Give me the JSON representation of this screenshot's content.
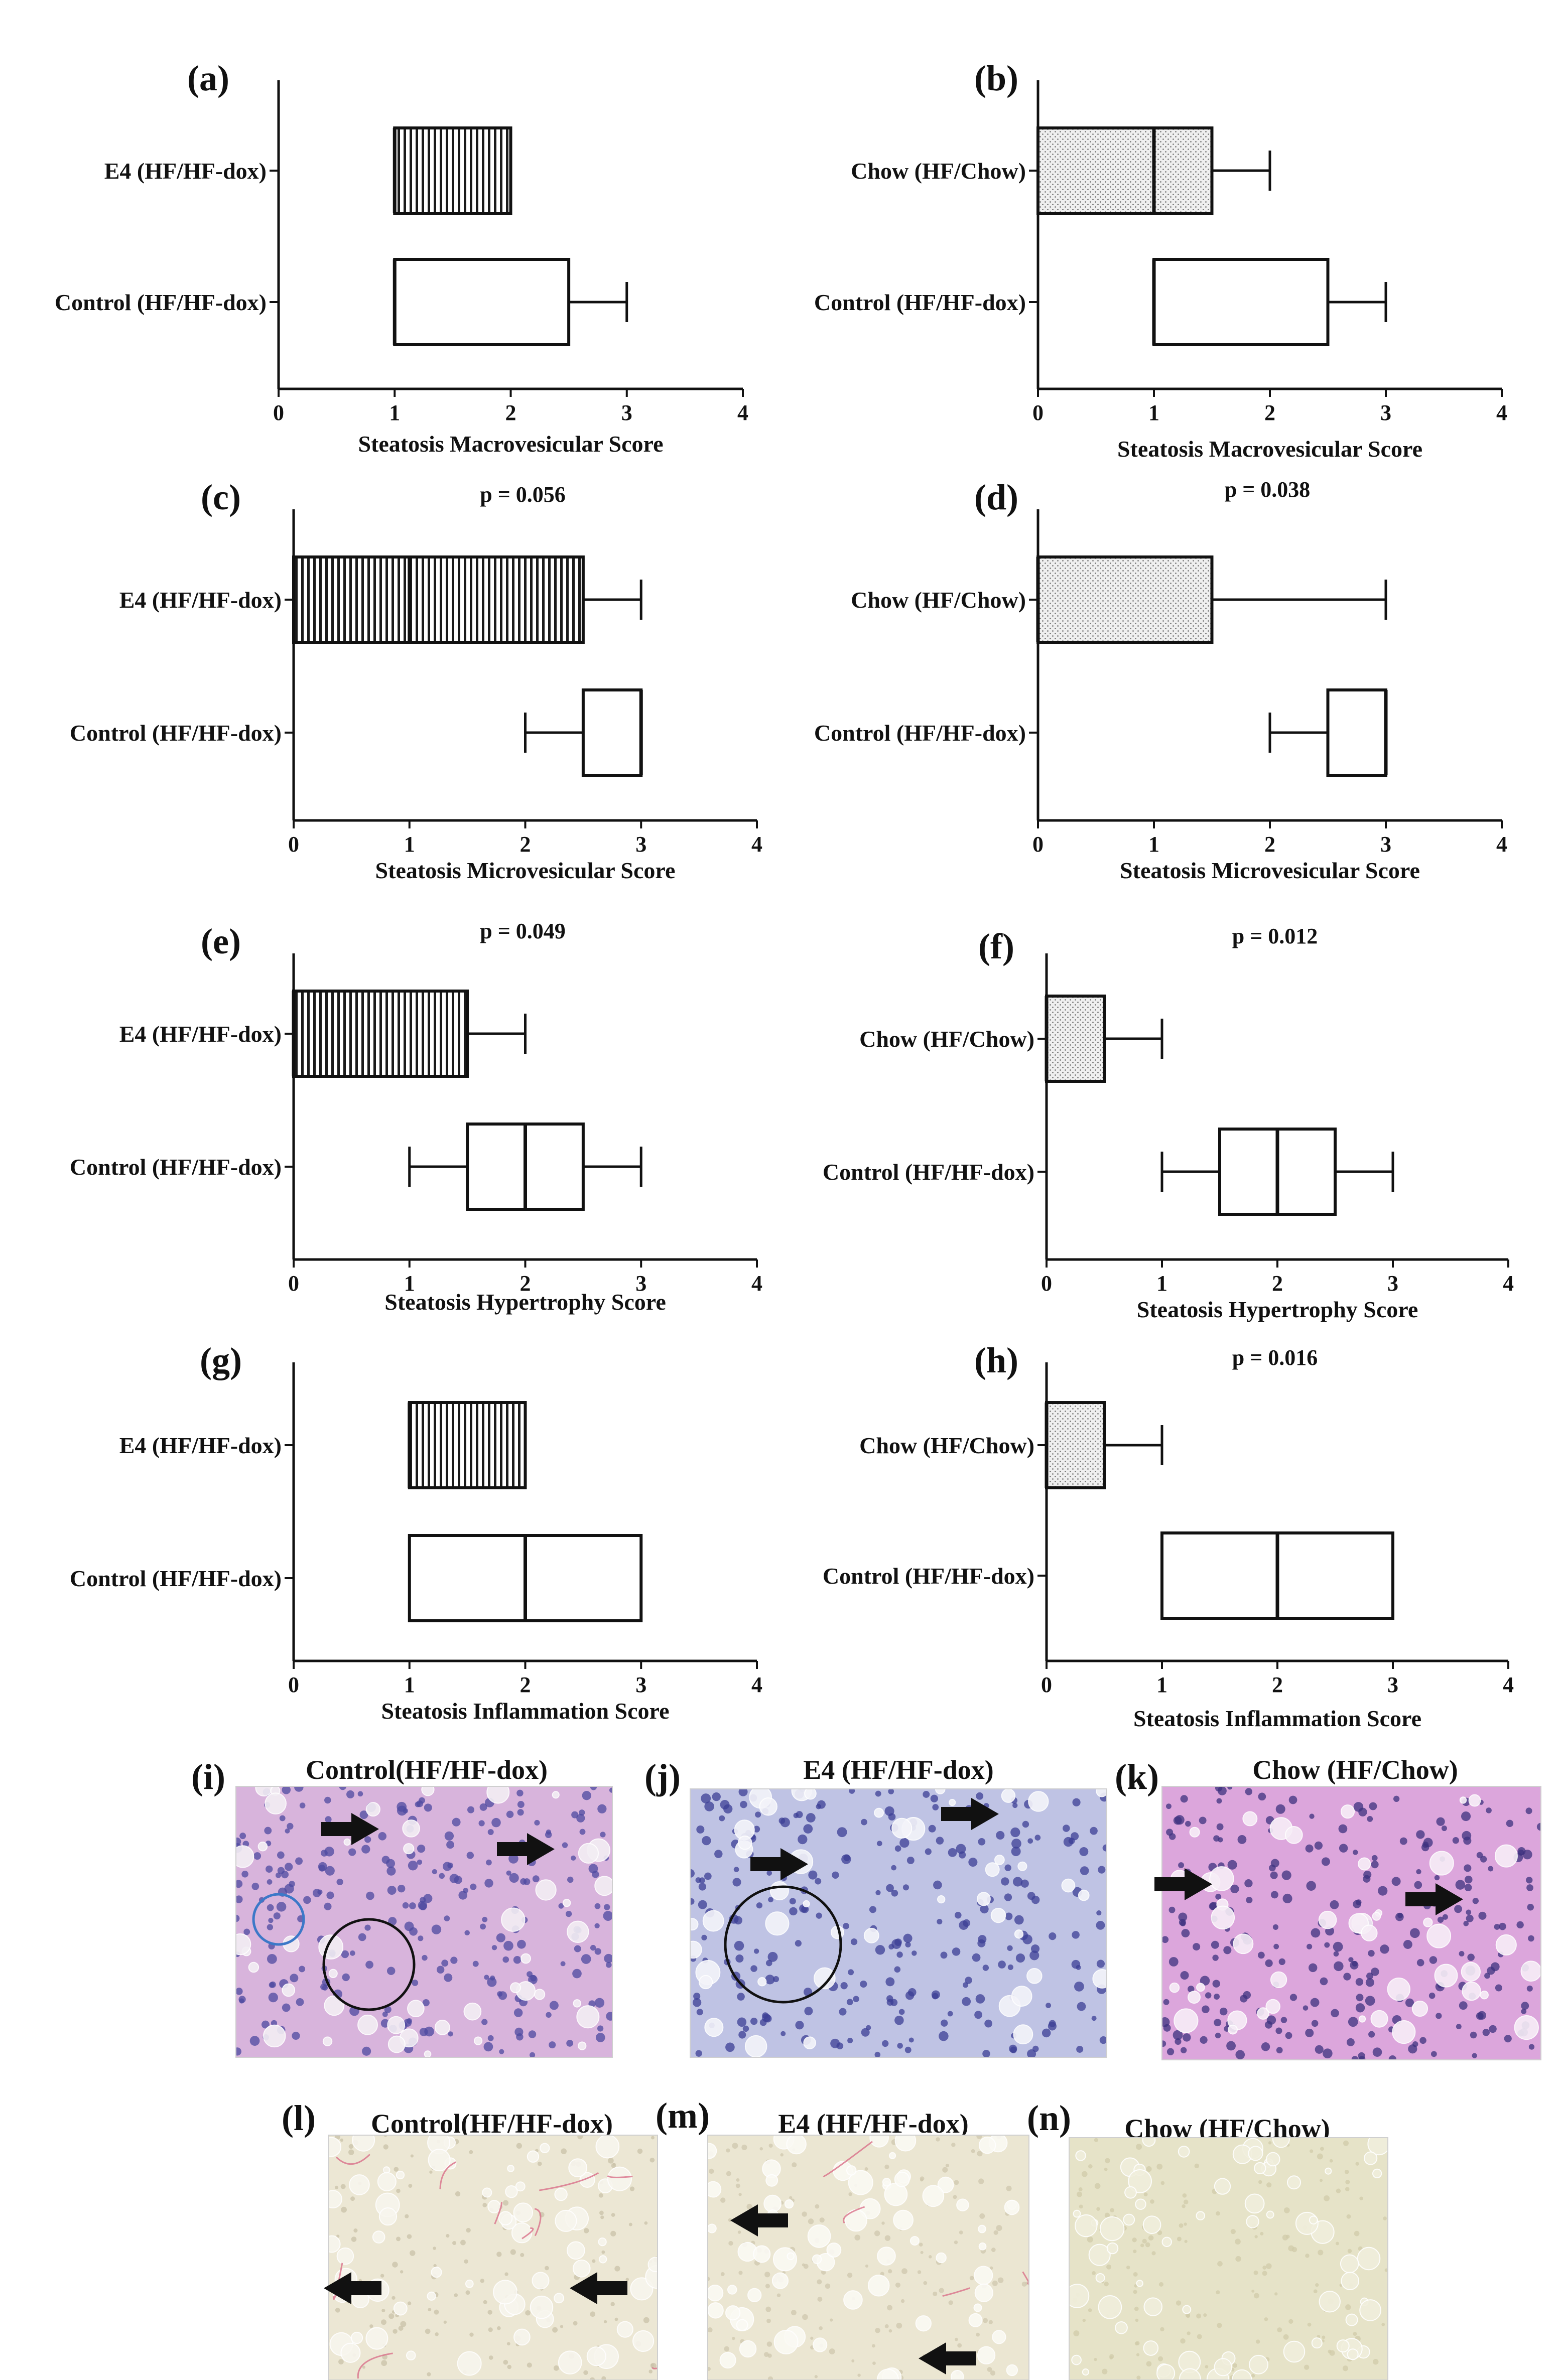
{
  "chart_data": [
    {
      "label": "(a)",
      "type": "box",
      "title": "",
      "xlabel": "Steatosis Macrovesicular Score",
      "xlim": [
        0,
        4
      ],
      "xticks": [
        0,
        1,
        2,
        3,
        4
      ],
      "series": [
        {
          "name": "E4 (HF/HF-dox)",
          "pattern": "vstripe",
          "min": 1,
          "q1": 1,
          "median": 1,
          "q3": 2,
          "max": 2
        },
        {
          "name": "Control (HF/HF-dox)",
          "pattern": "none",
          "min": 1,
          "q1": 1,
          "median": 1,
          "q3": 2.5,
          "max": 3
        }
      ]
    },
    {
      "label": "(b)",
      "type": "box",
      "title": "",
      "xlabel": "Steatosis Macrovesicular Score",
      "xlim": [
        0,
        4
      ],
      "xticks": [
        0,
        1,
        2,
        3,
        4
      ],
      "series": [
        {
          "name": "Chow (HF/Chow)",
          "pattern": "dots",
          "min": 0,
          "q1": 0,
          "median": 1,
          "q3": 1.5,
          "max": 2
        },
        {
          "name": "Control (HF/HF-dox)",
          "pattern": "none",
          "min": 1,
          "q1": 1,
          "median": 1,
          "q3": 2.5,
          "max": 3
        }
      ]
    },
    {
      "label": "(c)",
      "type": "box",
      "title": "p = 0.056",
      "xlabel": "Steatosis Microvesicular Score",
      "xlim": [
        0,
        4
      ],
      "xticks": [
        0,
        1,
        2,
        3,
        4
      ],
      "series": [
        {
          "name": "E4 (HF/HF-dox)",
          "pattern": "vstripe",
          "min": 0,
          "q1": 0,
          "median": 1,
          "q3": 2.5,
          "max": 3
        },
        {
          "name": "Control (HF/HF-dox)",
          "pattern": "none",
          "min": 2,
          "q1": 2.5,
          "median": 3,
          "q3": 3,
          "max": 3
        }
      ]
    },
    {
      "label": "(d)",
      "type": "box",
      "title": "p = 0.038",
      "xlabel": "Steatosis Microvesicular Score",
      "xlim": [
        0,
        4
      ],
      "xticks": [
        0,
        1,
        2,
        3,
        4
      ],
      "series": [
        {
          "name": "Chow (HF/Chow)",
          "pattern": "dots",
          "min": 0,
          "q1": 0,
          "median": 0,
          "q3": 1.5,
          "max": 3
        },
        {
          "name": "Control (HF/HF-dox)",
          "pattern": "none",
          "min": 2,
          "q1": 2.5,
          "median": 3,
          "q3": 3,
          "max": 3
        }
      ]
    },
    {
      "label": "(e)",
      "type": "box",
      "title": "p = 0.049",
      "xlabel": "Steatosis Hypertrophy Score",
      "xlim": [
        0,
        4
      ],
      "xticks": [
        0,
        1,
        2,
        3,
        4
      ],
      "series": [
        {
          "name": "E4 (HF/HF-dox)",
          "pattern": "vstripe",
          "min": 0,
          "q1": 0,
          "median": 0,
          "q3": 1.5,
          "max": 2
        },
        {
          "name": "Control (HF/HF-dox)",
          "pattern": "none",
          "min": 1,
          "q1": 1.5,
          "median": 2,
          "q3": 2.5,
          "max": 3
        }
      ]
    },
    {
      "label": "(f)",
      "type": "box",
      "title": "p = 0.012",
      "xlabel": "Steatosis Hypertrophy Score",
      "xlim": [
        0,
        4
      ],
      "xticks": [
        0,
        1,
        2,
        3,
        4
      ],
      "series": [
        {
          "name": "Chow (HF/Chow)",
          "pattern": "dots",
          "min": 0,
          "q1": 0,
          "median": 0,
          "q3": 0.5,
          "max": 1
        },
        {
          "name": "Control (HF/HF-dox)",
          "pattern": "none",
          "min": 1,
          "q1": 1.5,
          "median": 2,
          "q3": 2.5,
          "max": 3
        }
      ]
    },
    {
      "label": "(g)",
      "type": "box",
      "title": "",
      "xlabel": "Steatosis Inflammation Score",
      "xlim": [
        0,
        4
      ],
      "xticks": [
        0,
        1,
        2,
        3,
        4
      ],
      "series": [
        {
          "name": "E4 (HF/HF-dox)",
          "pattern": "vstripe",
          "min": 1,
          "q1": 1,
          "median": 1,
          "q3": 2,
          "max": 2
        },
        {
          "name": "Control (HF/HF-dox)",
          "pattern": "none",
          "min": 1,
          "q1": 1,
          "median": 2,
          "q3": 3,
          "max": 3
        }
      ]
    },
    {
      "label": "(h)",
      "type": "box",
      "title": "p = 0.016",
      "xlabel": "Steatosis Inflammation Score",
      "xlim": [
        0,
        4
      ],
      "xticks": [
        0,
        1,
        2,
        3,
        4
      ],
      "series": [
        {
          "name": "Chow (HF/Chow)",
          "pattern": "dots",
          "min": 0,
          "q1": 0,
          "median": 0,
          "q3": 0.5,
          "max": 1
        },
        {
          "name": "Control (HF/HF-dox)",
          "pattern": "none",
          "min": 1,
          "q1": 1,
          "median": 2,
          "q3": 3,
          "max": 3
        }
      ]
    }
  ],
  "images": [
    {
      "label": "(i)",
      "title": "Control(HF/HF-dox)",
      "stain": "he",
      "base": "#d8b4dc",
      "dot": "#4d4aa0",
      "bubble": "#f3eef4"
    },
    {
      "label": "(j)",
      "title": "E4 (HF/HF-dox)",
      "stain": "he",
      "base": "#bfc3e4",
      "dot": "#3c3f95",
      "bubble": "#f4f4fa"
    },
    {
      "label": "(k)",
      "title": "Chow (HF/Chow)",
      "stain": "he",
      "base": "#dca6dc",
      "dot": "#3d327f",
      "bubble": "#f7eef7"
    },
    {
      "label": "(l)",
      "title": "Control(HF/HF-dox)",
      "stain": "sirius",
      "base": "#ece7d4",
      "dot": "#c9c2a8",
      "bubble": "#f8f6ee"
    },
    {
      "label": "(m)",
      "title": "E4 (HF/HF-dox)",
      "stain": "sirius",
      "base": "#ebe6d2",
      "dot": "#cfc7ad",
      "bubble": "#fbfaf4"
    },
    {
      "label": "(n)",
      "title": "Chow (HF/Chow)",
      "stain": "sirius",
      "base": "#e6e3c8",
      "dot": "#d0cba9",
      "bubble": "#f1efdd"
    }
  ]
}
